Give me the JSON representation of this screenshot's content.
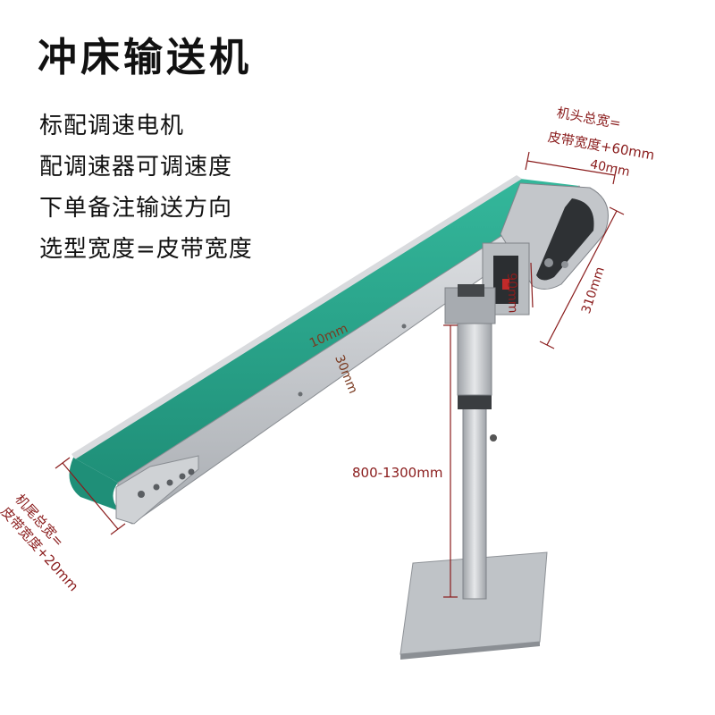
{
  "title": "冲床输送机",
  "features": [
    "标配调速电机",
    "配调速器可调速度",
    "下单备注输送方向",
    "选型宽度=皮带宽度"
  ],
  "dimensions": {
    "head_total_width_line1": "机头总宽=",
    "head_total_width_line2": "皮带宽度+60mm",
    "head_40": "40mm",
    "head_310": "310mm",
    "head_90": "90mm",
    "side_10": "10mm",
    "side_30": "30mm",
    "stand_height": "800-1300mm",
    "tail_total_width_line1": "机尾总宽=",
    "tail_total_width_line2": "皮带宽度+20mm"
  },
  "colors": {
    "belt": "#2aa88e",
    "frame": "#c9ccd0",
    "dimension": "#8a1c1c"
  }
}
